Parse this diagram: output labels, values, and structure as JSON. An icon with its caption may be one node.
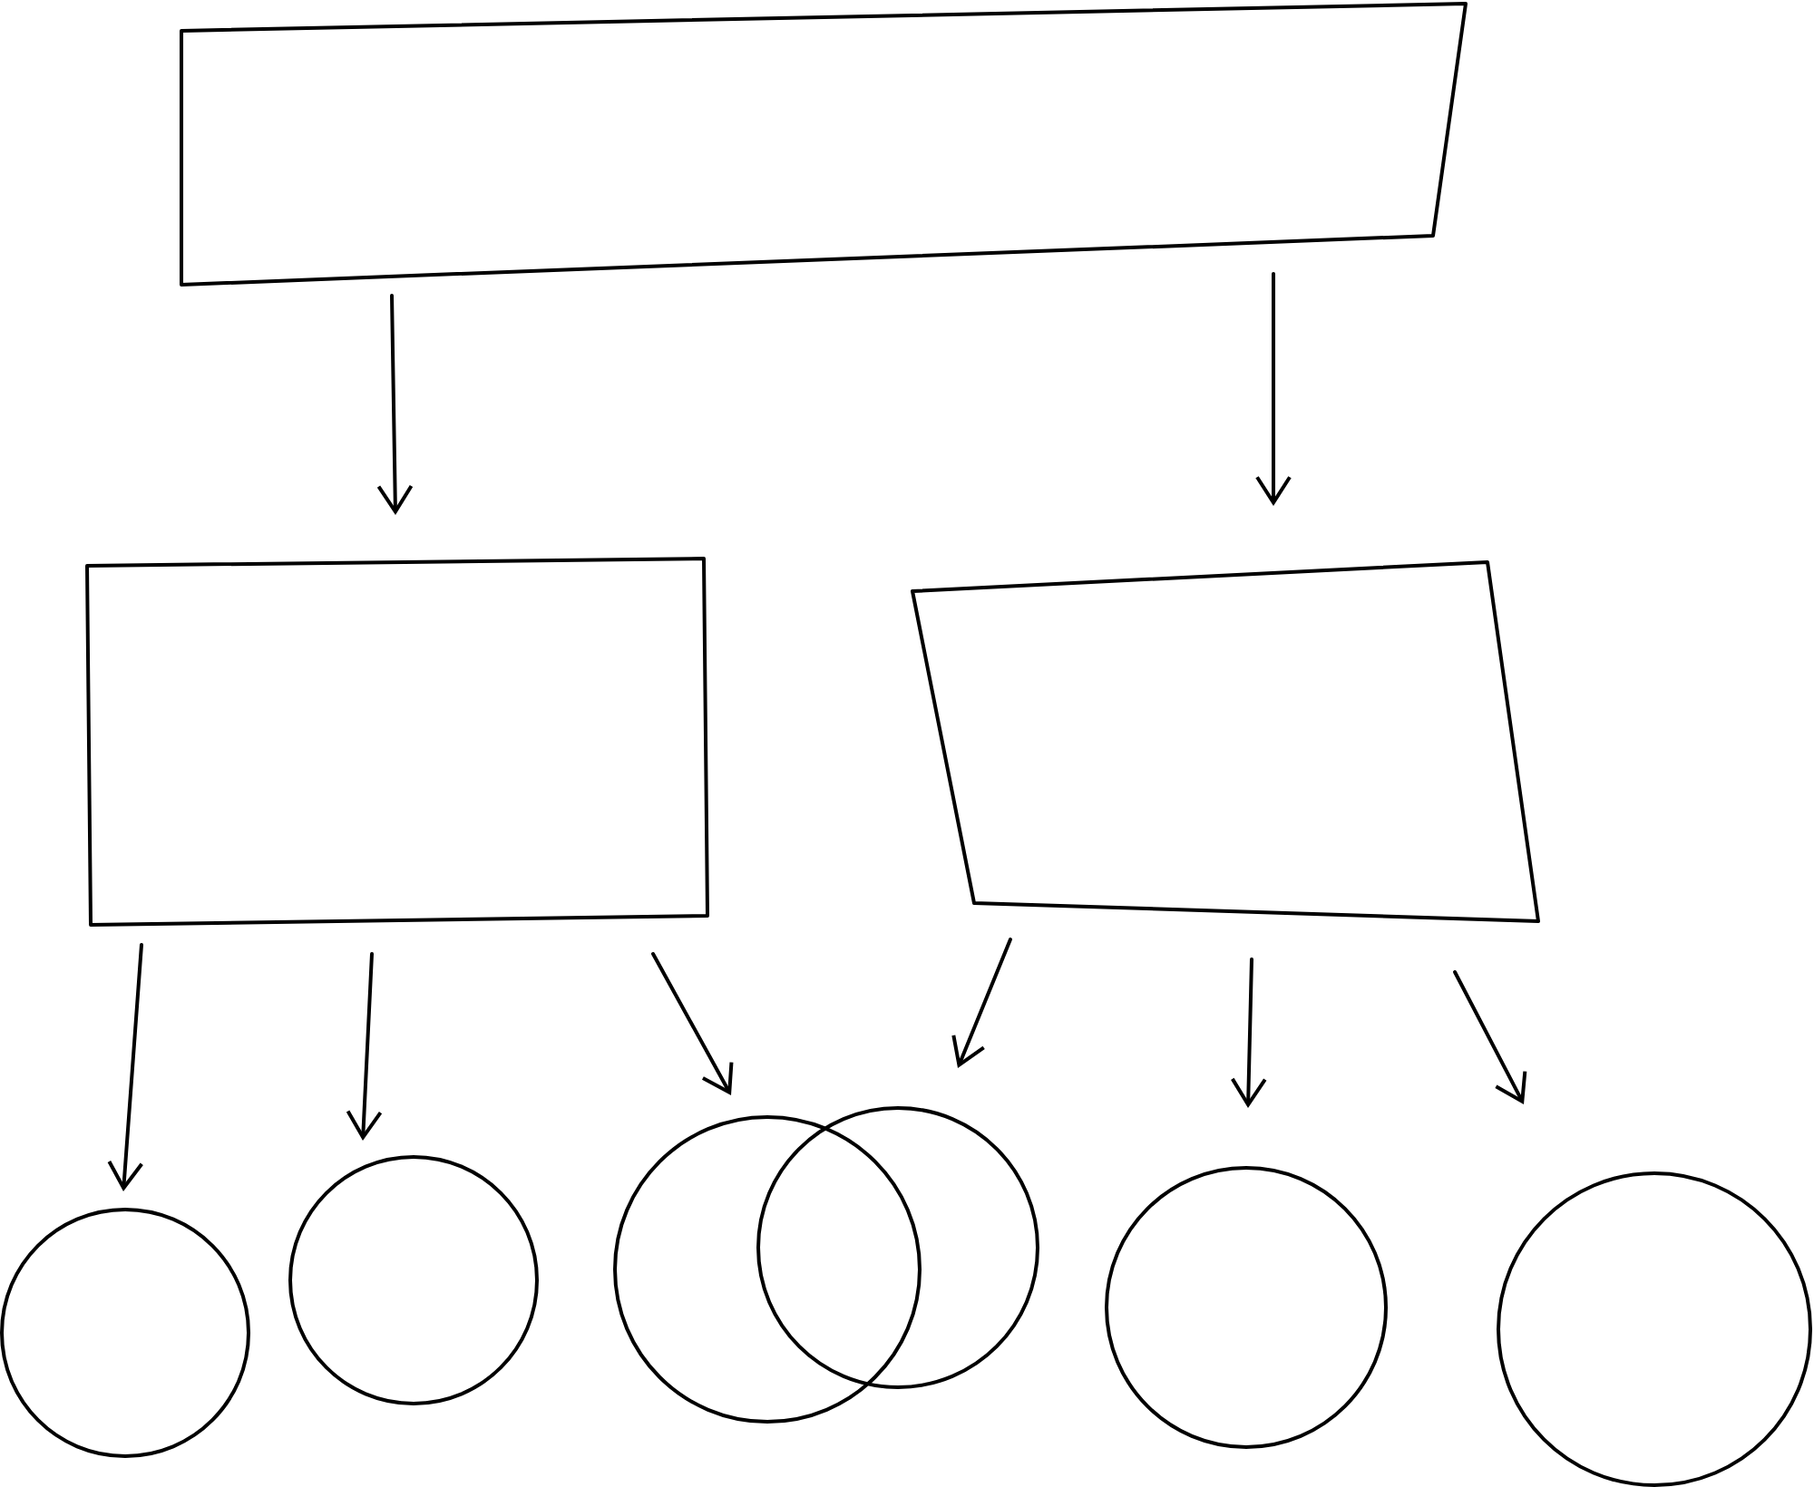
{
  "diagram": {
    "nodes": [
      {
        "text": [],
        "shape": "box"
      },
      {
        "text": [],
        "shape": "box"
      },
      {
        "text": [],
        "shape": "box"
      },
      {
        "text": [],
        "shape": "circle"
      },
      {
        "text": [],
        "shape": "circle"
      },
      {
        "text": [],
        "shape": "circle"
      },
      {
        "text": [],
        "shape": "circle"
      },
      {
        "text": [],
        "shape": "circle"
      },
      {
        "text": [],
        "shape": "circle"
      }
    ],
    "edges": [
      {
        "from": 0,
        "to": 1,
        "arrow": "to"
      },
      {
        "from": 0,
        "to": 2,
        "arrow": "to"
      },
      {
        "from": 1,
        "to": 3,
        "arrow": "to"
      },
      {
        "from": 1,
        "to": 4,
        "arrow": "to"
      },
      {
        "from": 1,
        "to": 5,
        "arrow": "to"
      },
      {
        "from": 2,
        "to": 6,
        "arrow": "to"
      },
      {
        "from": 2,
        "to": 7,
        "arrow": "to"
      },
      {
        "from": 2,
        "to": 8,
        "arrow": "to"
      }
    ]
  }
}
